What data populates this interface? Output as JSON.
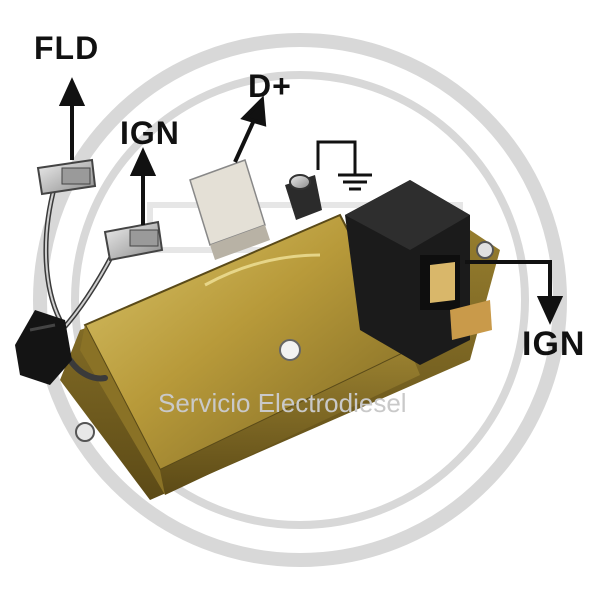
{
  "labels": {
    "fld": "FLD",
    "ign_top": "IGN",
    "d_plus": "D+",
    "ign_right": "IGN"
  },
  "watermark": {
    "text": "Servicio Electrodiesel"
  },
  "colors": {
    "housing_gold": "#b89a3a",
    "housing_dark": "#6e5a1e",
    "connector_black": "#1a1a1a",
    "terminal_silver": "#c8c8c8",
    "watermark_gray": "#d4d4d4",
    "label_black": "#111111"
  }
}
